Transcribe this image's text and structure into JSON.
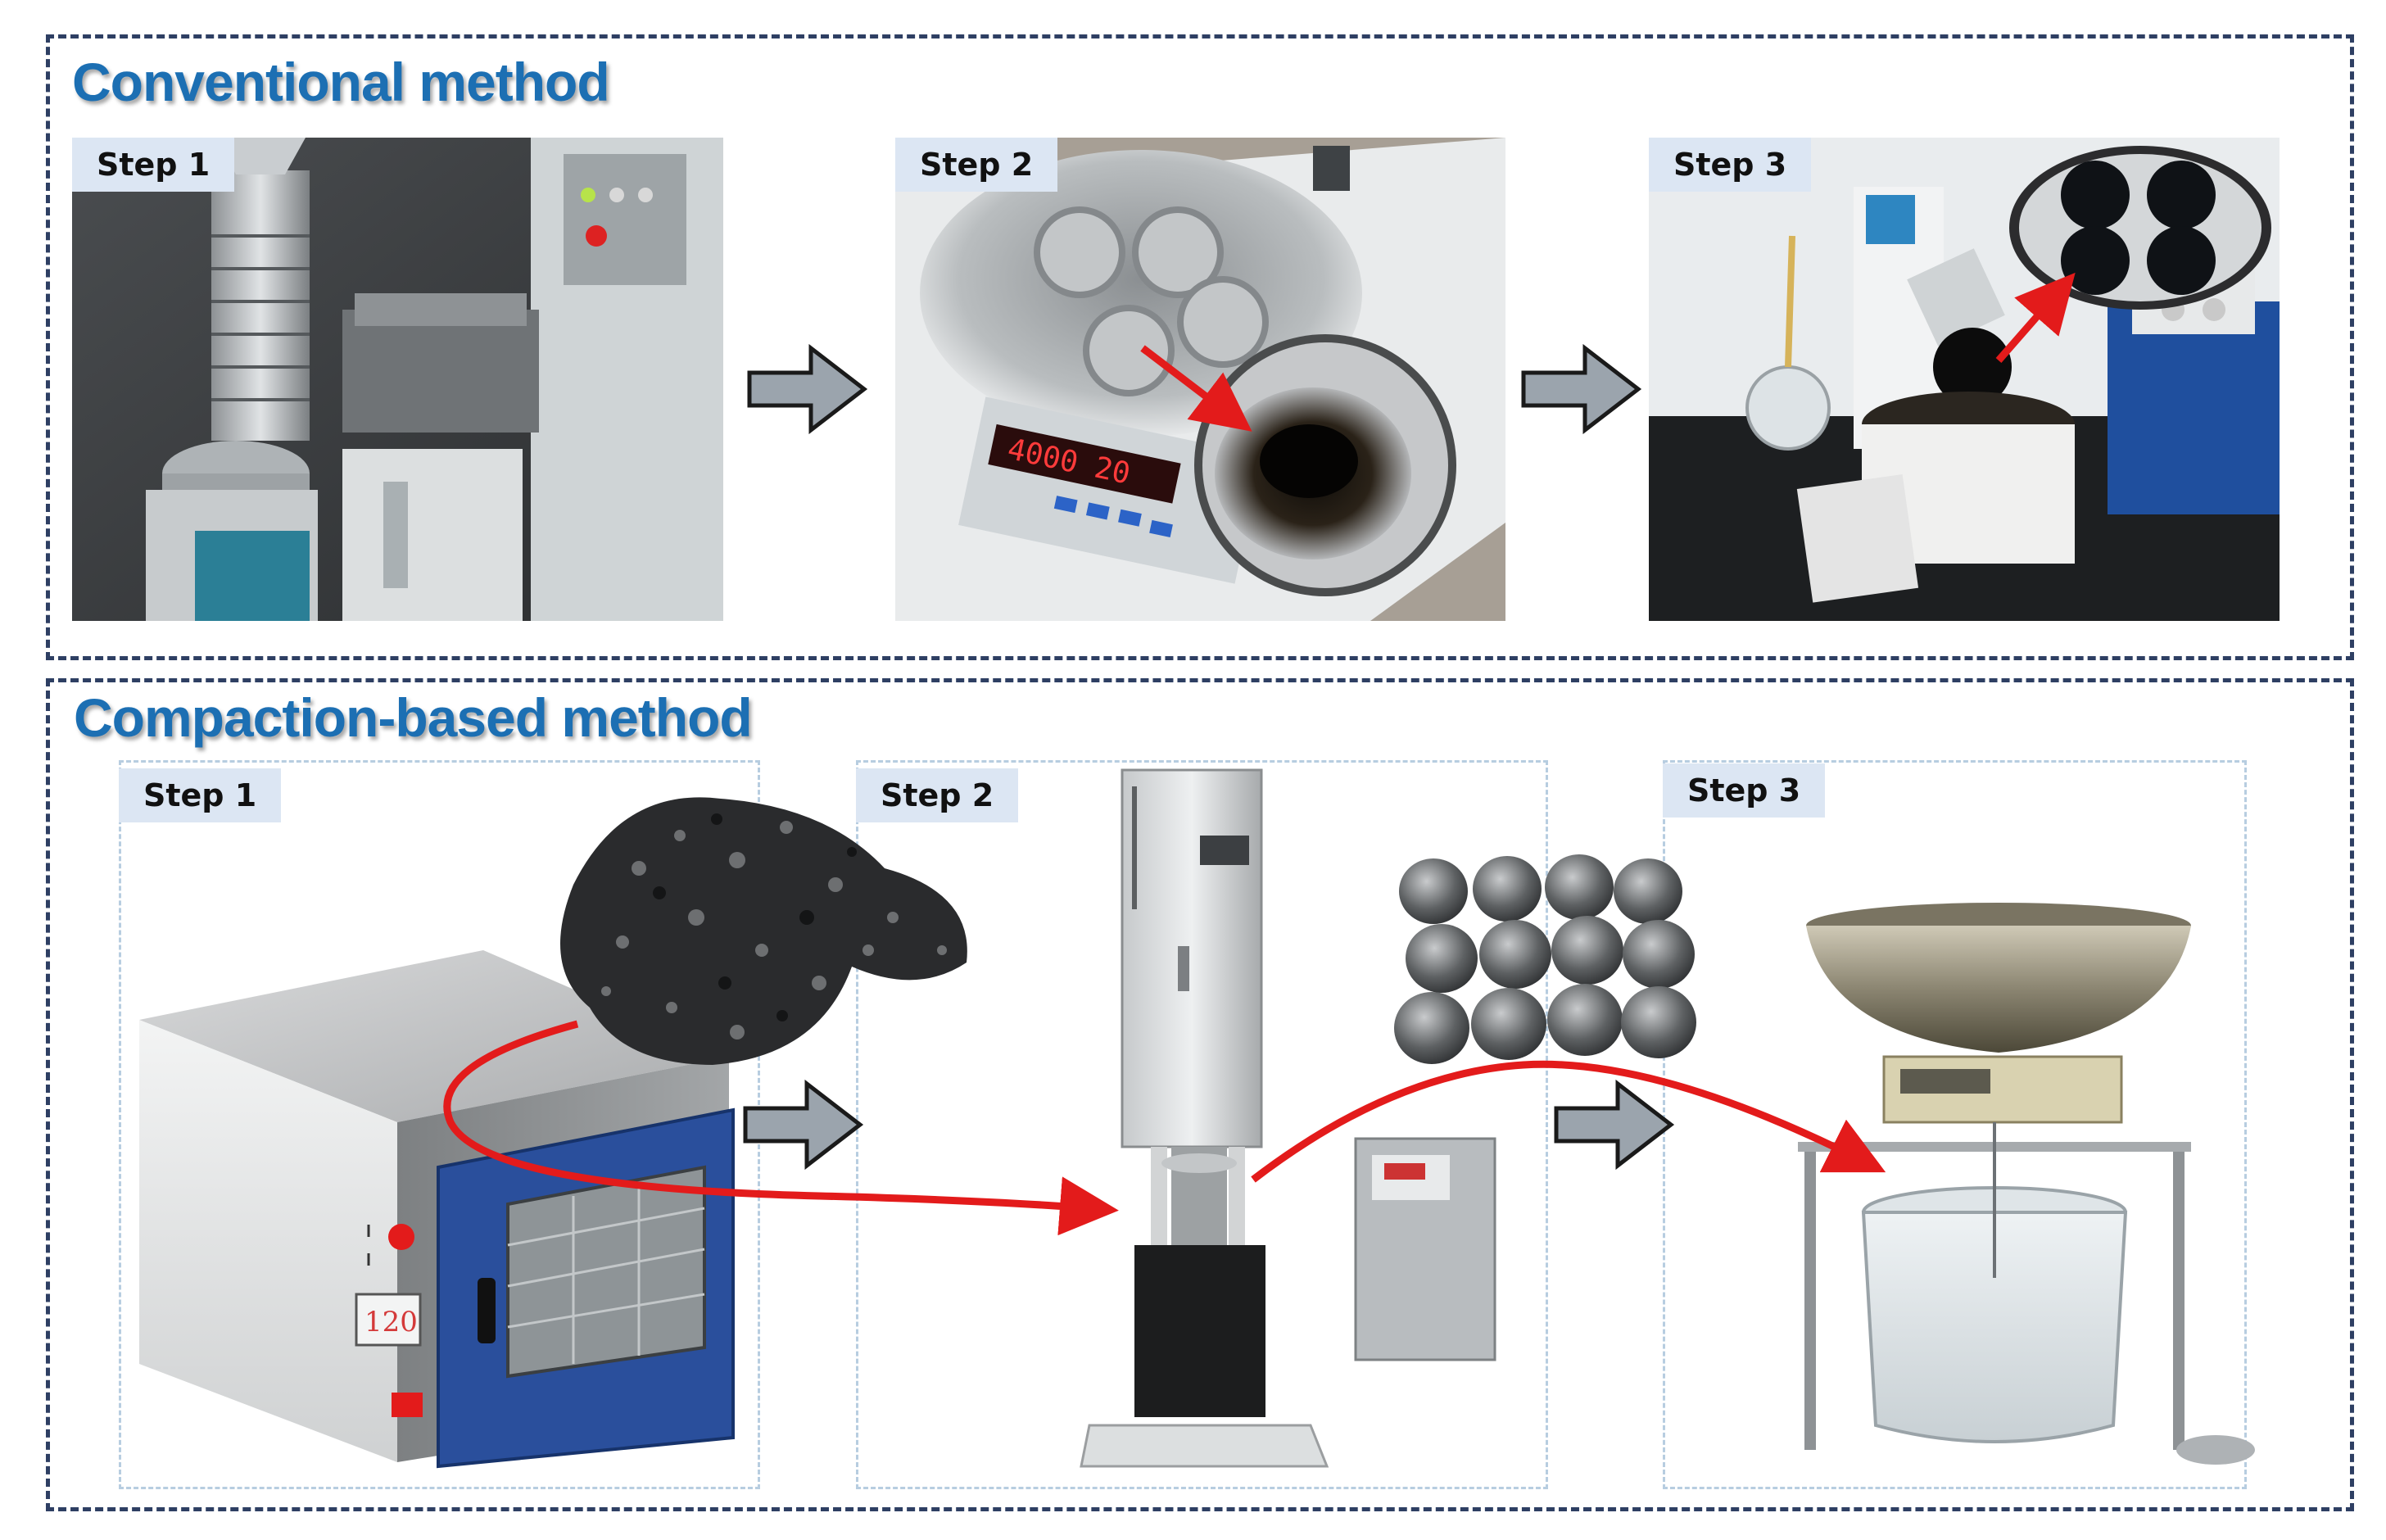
{
  "conventional": {
    "title": "Conventional method",
    "steps": [
      "Step 1",
      "Step 2",
      "Step 3"
    ]
  },
  "compaction": {
    "title": "Compaction-based method",
    "steps": [
      "Step 1",
      "Step 2",
      "Step 3"
    ]
  },
  "equipment_readouts": {
    "centrifuge_display": "4000  20",
    "oven_display": "120"
  },
  "colors": {
    "title_blue": "#1c6fb3",
    "panel_border": "#2e3f63",
    "flow_red": "#e31b1b",
    "label_bg": "#dce6f3",
    "oven_door": "#2a4f9c"
  }
}
